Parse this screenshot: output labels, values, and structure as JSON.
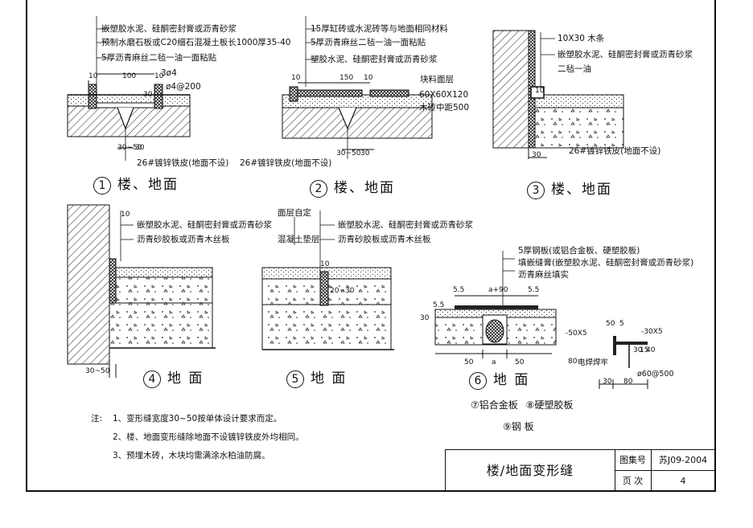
{
  "captions": {
    "d1": {
      "num": "1",
      "text": "楼、地面"
    },
    "d2": {
      "num": "2",
      "text": "楼、地面"
    },
    "d3": {
      "num": "3",
      "text": "楼、地面"
    },
    "d4": {
      "num": "4",
      "text": "地 面"
    },
    "d5": {
      "num": "5",
      "text": "地 面"
    },
    "d6": {
      "num": "6",
      "text": "地 面"
    }
  },
  "leaders": {
    "d1": [
      "嵌塑胶水泥、硅酮密封膏或沥青砂浆",
      "预制水磨石板或C20细石混凝土板长1000厚35-40",
      "5厚沥青麻丝二毡一油一面粘贴",
      "3ø4",
      "ø4@200",
      "26#镀锌铁皮(地面不设)"
    ],
    "d2": [
      "15厚缸砖或水泥砖等与地面相同材料",
      "5厚沥青麻丝二毡一油一面粘贴",
      "塑胶水泥、硅酮密封膏或沥青砂浆",
      "块料面层",
      "60X60X120",
      "木砖中距500",
      "26#镀锌铁皮(地面不设)"
    ],
    "d3": [
      "10X30 木条",
      "嵌塑胶水泥、硅酮密封膏或沥青砂浆",
      "二毡一油",
      "26#镀锌铁皮(地面不设)"
    ],
    "d4": [
      "嵌塑胶水泥、硅酮密封膏或沥青砂浆",
      "沥青砂胶板或沥青木丝板"
    ],
    "d5": [
      "面层自定",
      "混凝土垫层",
      "嵌塑胶水泥、硅酮密封膏或沥青砂浆",
      "沥青砂胶板或沥青木丝板"
    ],
    "d6": [
      "5厚钢板(或铝合金板、硬塑胶板)",
      "填嵌缝膏(嵌塑胶水泥、硅酮密封膏或沥青砂浆)",
      "沥青麻丝填实",
      "电焊焊牢",
      "ø60@500"
    ]
  },
  "dims": {
    "d1": [
      "10",
      "100",
      "10",
      "30",
      "30~50",
      "30"
    ],
    "d2": [
      "10",
      "150",
      "10",
      "30~50",
      "30"
    ],
    "d3": [
      "10",
      "30"
    ],
    "d4": [
      "10",
      "30~50"
    ],
    "d5": [
      "10",
      "20~30"
    ],
    "d6": [
      "5.5",
      "a+90",
      "5.5",
      "5.5",
      "30",
      "50",
      "a",
      "50",
      "-50X5",
      "50",
      "5",
      "-30X5",
      "80",
      "30",
      "15",
      "40",
      "30",
      "80"
    ]
  },
  "materials": [
    "⑦铝合金板",
    "⑧硬塑胶板",
    "⑨钢 板"
  ],
  "notes": {
    "label": "注:",
    "items": [
      "1、变形缝宽度30~50按单体设计要求而定。",
      "2、楼、地面变形缝除地面不设镀锌铁皮外均相同。",
      "3、预埋木砖，木块均需满涂水柏油防腐。"
    ]
  },
  "titleblock": {
    "title": "楼/地面变形缝",
    "atlas_label": "图集号",
    "atlas_value": "苏J09-2004",
    "page_label": "页  次",
    "page_value": "4"
  }
}
